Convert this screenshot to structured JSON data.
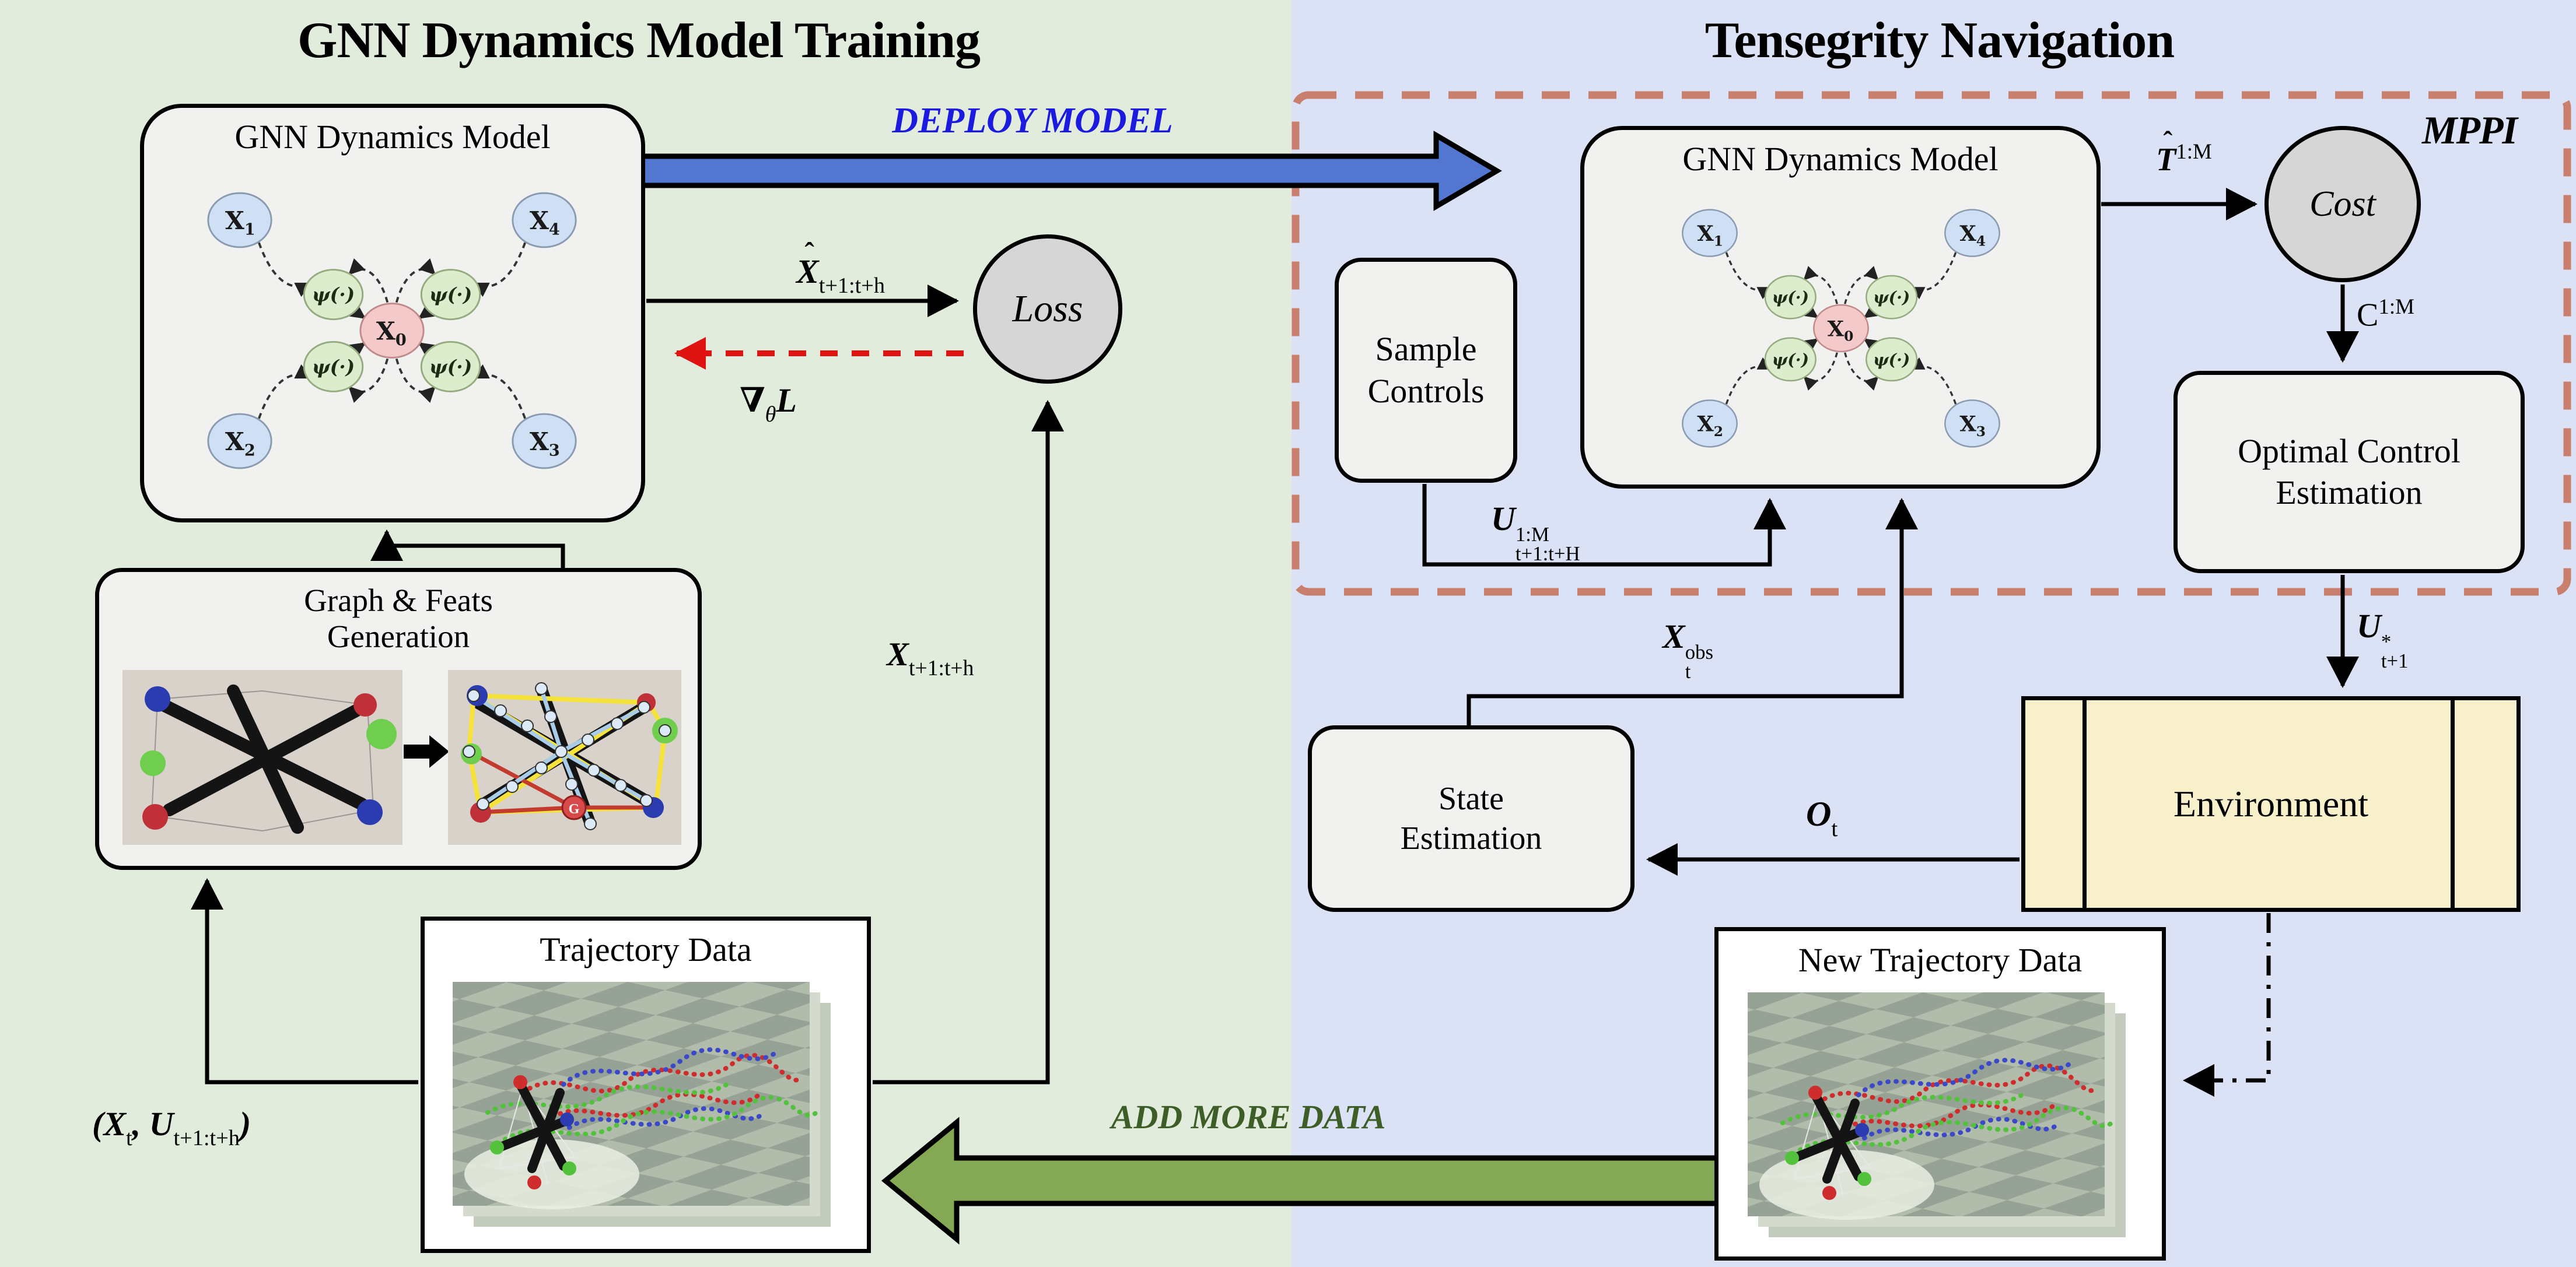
{
  "titles": {
    "left": "GNN Dynamics Model Training",
    "right": "Tensegrity Navigation"
  },
  "training": {
    "gnn_title": "GNN Dynamics Model",
    "deploy": "DEPLOY MODEL",
    "loss": "Loss",
    "xhat": {
      "hat": "ˆ",
      "base": "X",
      "sub": "t+1:t+h"
    },
    "grad": {
      "nabla": "∇",
      "sub": "θ",
      "l": "L"
    },
    "gf1": "Graph & Feats",
    "gf2": "Generation",
    "traj_title": "Trajectory Data",
    "x_future": {
      "base": "X",
      "sub": "t+1:t+h"
    },
    "tuple": {
      "p1": "(X",
      "s1": "t",
      "p2": ", U",
      "s2": "t+1:t+h",
      "p3": ")"
    }
  },
  "navigation": {
    "mppi": "MPPI",
    "gnn_title": "GNN Dynamics Model",
    "sample1": "Sample",
    "sample2": "Controls",
    "u_sample": {
      "base": "U",
      "sup": "1:M",
      "sub": "t+1:t+H"
    },
    "that": {
      "hat": "ˆ",
      "base": "T",
      "sup": "1:M"
    },
    "cost": "Cost",
    "c1m": {
      "base": "C",
      "sup": "1:M"
    },
    "oce1": "Optimal Control",
    "oce2": "Estimation",
    "ustar": {
      "base": "U",
      "sup": "*",
      "sub": "t+1"
    },
    "env": "Environment",
    "se1": "State",
    "se2": "Estimation",
    "xobs": {
      "base": "X",
      "sup": "obs",
      "sub": "t"
    },
    "ot": {
      "base": "O",
      "sub": "t"
    },
    "new_traj_title": "New Trajectory Data",
    "add_more": "ADD MORE DATA"
  },
  "graph": {
    "x": "X",
    "sub0": "0",
    "sub1": "1",
    "sub2": "2",
    "sub3": "3",
    "sub4": "4",
    "psi": "ψ(·)"
  },
  "photos": {
    "g_label": "G"
  },
  "colors": {
    "left_bg": "#e1ecdc",
    "right_bg": "#dbe2f6",
    "deploy_arrow_blue": "#5377d0",
    "add_data_green": "#85a854",
    "mppi_dash_salmon": "#c97f6d",
    "grad_red": "#e01313",
    "deploy_text_blue": "#1b1be0",
    "add_text_green": "#3e5e28",
    "env_fill": "#f8efcb",
    "box_fill": "#f1f1ef",
    "circle_fill": "#d6d6d6",
    "node_blue": "#cfe0f4",
    "node_green": "#ddeccd",
    "node_pink": "#f3c9c9"
  }
}
